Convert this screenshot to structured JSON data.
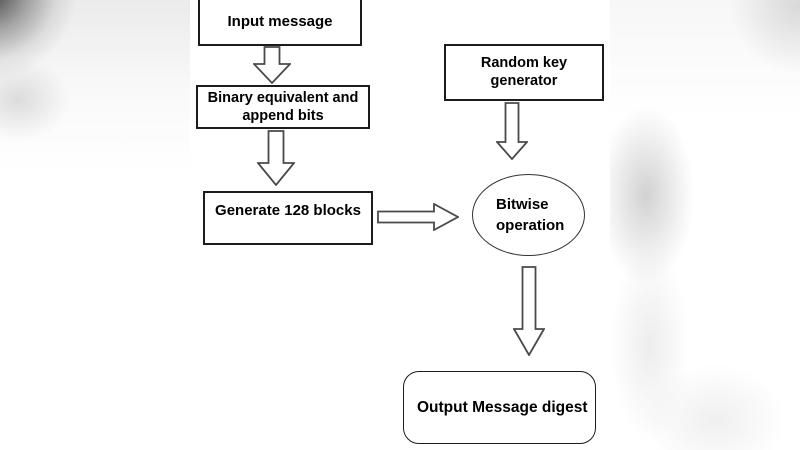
{
  "diagram": {
    "type": "flowchart",
    "nodes": {
      "input": {
        "label": "Input message",
        "shape": "rectangle"
      },
      "binary": {
        "line1": "Binary equivalent and",
        "line2": "append bits",
        "shape": "rectangle"
      },
      "generate": {
        "label": "Generate 128 blocks",
        "shape": "rectangle"
      },
      "random": {
        "label": "Random key generator",
        "shape": "rectangle"
      },
      "bitwise": {
        "line1": "Bitwise",
        "line2": "operation",
        "shape": "ellipse"
      },
      "output": {
        "label": "Output Message digest",
        "shape": "rounded-rectangle"
      }
    },
    "edges": [
      {
        "from": "input",
        "to": "binary",
        "direction": "down"
      },
      {
        "from": "binary",
        "to": "generate",
        "direction": "down"
      },
      {
        "from": "generate",
        "to": "bitwise",
        "direction": "right"
      },
      {
        "from": "random",
        "to": "bitwise",
        "direction": "down"
      },
      {
        "from": "bitwise",
        "to": "output",
        "direction": "down"
      }
    ]
  },
  "theme": {
    "box-border": "#1c1c1c",
    "arrow-stroke": "#4a4a4a",
    "arrow-fill": "#ffffff",
    "text-color": "#000000",
    "canvas-bg": "#ffffff"
  }
}
